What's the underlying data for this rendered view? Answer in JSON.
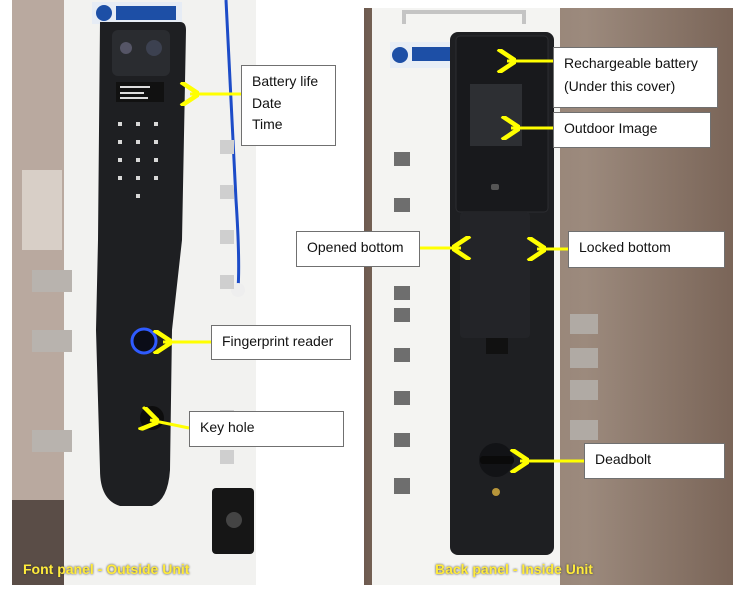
{
  "callouts": {
    "battery_life": "Battery life",
    "date": "Date",
    "time": "Time",
    "fingerprint_reader": "Fingerprint reader",
    "key_hole": "Key hole",
    "rechargeable_battery": "Rechargeable battery",
    "under_cover": "(Under this cover)",
    "outdoor_image": "Outdoor Image",
    "opened_bottom": "Opened bottom",
    "locked_bottom": "Locked bottom",
    "deadbolt": "Deadbolt"
  },
  "captions": {
    "front": "Font panel - Outside Unit",
    "back": "Back panel - Inside Unit"
  },
  "colors": {
    "arrow": "#ffff00",
    "caption": "#ffeb3b",
    "lock_body": "#1e1f22",
    "fingerprint_ring": "#2f5bff"
  }
}
